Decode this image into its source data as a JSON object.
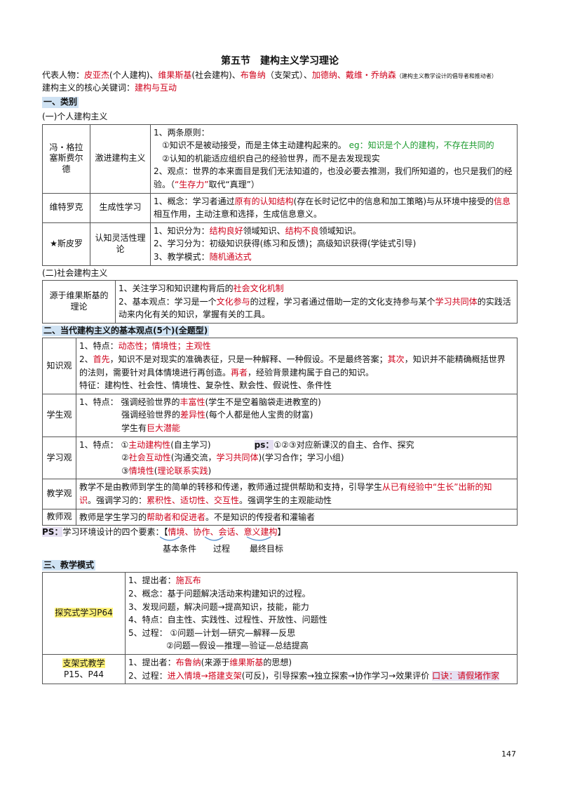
{
  "title": "第五节　建构主义学习理论",
  "representatives": {
    "label": "代表人物：",
    "p1": "皮亚杰",
    "p1_note": "(个人建构)、",
    "p2": "维果斯基",
    "p2_note": "(社会建构)、",
    "p3": "布鲁纳",
    "p3_note": "（支架式）、",
    "p4": "加德纳、戴维・乔纳森",
    "p4_note": "（建构主义教学设计的倡导者和推动者）"
  },
  "keyword": {
    "label": "建构主义的核心关键词：",
    "value": "建构与互动"
  },
  "sec1": {
    "title": "一、类别",
    "sub1": "(一)个人建构主义",
    "rows": [
      {
        "person": "冯・格拉塞斯费尔德",
        "theory": "激进建构主义",
        "l1": "1、两条原则：",
        "l2": "①知识不是被动接受，而是主体主动建构起来的。",
        "l2_green": "eg：知识是个人的建构，不存在共同的",
        "l3": "②认知的机能适应组织自己的经验世界，而不是去发现现实",
        "l4": "2、观点：世界的本来面目是我们无法知道的，也没必要去推测，我们所知道的，也只是我们的经",
        "l5a": "验。（",
        "l5_red": "“生存力”",
        "l5b": "取代“真理”）"
      },
      {
        "person": "维特罗克",
        "theory": "生成性学习",
        "l1a": "1、概念：学习者通过",
        "l1_red": "原有的认知结构",
        "l1b": "(存在长时记忆中的信息和加工策略)与从环境中接受的",
        "l1_red2": "信息",
        "l2": "相互作用，主动注意和选择，生成信息意义。"
      },
      {
        "person": "★斯皮罗",
        "theory": "认知灵活性理论",
        "l1a": "1、知识分为：",
        "l1_red": "结构良好",
        "l1b": "领域知识、",
        "l1_red2": "结构不良",
        "l1c": "领域知识。",
        "l2": "2、学习分为：初级知识获得(练习和反馈)；高级知识获得(学徒式引导)",
        "l3a": "3、教学模式：",
        "l3_red": "随机通达式"
      }
    ],
    "sub2": "(二)社会建构主义",
    "social": {
      "label": "源于维果斯基的理论",
      "l1a": "1、关注学习和知识建构背后的",
      "l1_red": "社会文化机制",
      "l2a": "2、基本观点：学习是一个",
      "l2_red": "文化参与",
      "l2b": "的过程，学习者通过借助一定的文化支持参与某个",
      "l2_red2": "学习共同体",
      "l2c": "的实践活",
      "l3": "动来内化有关的知识，掌握有关的工具。"
    }
  },
  "sec2": {
    "title": "二、当代建构主义的基本观点(5个)(全题型)",
    "knowledge": {
      "label": "知识观",
      "l1a": "1、特点：",
      "l1_red": "动态性；情境性；主观性",
      "l2a": "2、",
      "l2_red": "首先",
      "l2b": "，知识不是对现实的准确表征，只是一种解释、一种假设。不是最终答案；",
      "l2_red2": "其次",
      "l2c": "，知识并不能精确概括世界",
      "l3a": "的法则，需要针对具体情境进行再创造。",
      "l3_red": "再者",
      "l3b": "，经验背景建构属于自己的知识。",
      "l4": "特征：建构性、社会性、情境性、复杂性、默会性、假说性、条件性"
    },
    "student": {
      "label": "学生观",
      "l1a": "1、特点：  强调经验世界的",
      "l1_red": "丰富性",
      "l1b": "(学生不是空着脑袋走进教室的)",
      "l2a": "强调经验世界的",
      "l2_red": "差异性",
      "l2b": "(每个人都是他人宝贵的财富)",
      "l3a": "学生有",
      "l3_red": "巨大潜能"
    },
    "learning": {
      "label": "学习观",
      "l1a": "1、特点：  ①",
      "l1_red": "主动建构性",
      "l1b": "(自主学习)",
      "l1_ps": "ps：",
      "l1c": "①②③对应新课汉的自主、合作、探究",
      "l2a": "②",
      "l2_red": "社会互动性",
      "l2b": "(沟通交流，",
      "l2_red2": "学习共同体",
      "l2c": ")(学习合作；学习小组)",
      "l3a": "③",
      "l3_red": "情境性",
      "l3b": "(",
      "l3_red2": "理论联系实践",
      "l3c": ")"
    },
    "teaching": {
      "label": "教学观",
      "l1a": "教学不是由教师到学生的简单的转移和传递，教师通过提供帮助和支持，引导学生",
      "l1_red": "从已有经验中“生长”出新的知",
      "l2_red0": "识",
      "l2a": "。强调学习的：",
      "l2_red": "累积性、适切性、交互性",
      "l2b": "。强调学生的主观能动性"
    },
    "teacher": {
      "label": "教师观",
      "l1a": "教师是学生学习的",
      "l1_red": "帮助者和促进者",
      "l1b": "。不是知识的传授者和灌输者"
    }
  },
  "ps": {
    "tag": "PS：",
    "text": "学习环境设计的四个要素：【",
    "items": "情境、协作、会话、意义建构",
    "close": "】",
    "basic": "基本条件",
    "process": "过程",
    "goal": "最终目标"
  },
  "sec3": {
    "title": "三、教学模式",
    "inquiry": {
      "label": "探究式学习P64",
      "l1a": "1、提出者：",
      "l1_red": "施瓦布",
      "l2": "2、概念：基于问题解决活动来构建知识的过程。",
      "l3": "3、发现问题，解决问题→提高知识，技能，能力",
      "l4": "4、特点：自主性、实践性、过程性、开放性、问题性",
      "l5": "5、过程：  ①问题—计划—研究—解释—反思",
      "l6": "②问题—假设—推理—验证—总结提高"
    },
    "scaffold": {
      "label": "支架式教学",
      "pages": "P15、P44",
      "l1a": "1、提出者：",
      "l1_red": "布鲁纳",
      "l1b": "(来源于",
      "l1_red2": "维果斯基",
      "l1c": "的思想)",
      "l2a": "2、过程：",
      "l2_red": "进入情境→搭建支架",
      "l2b": "(可反)，引导探索→独立探索→协作学习→效果评价",
      "l2_tip": "口诀：请假堵作家"
    }
  },
  "page_number": "147"
}
